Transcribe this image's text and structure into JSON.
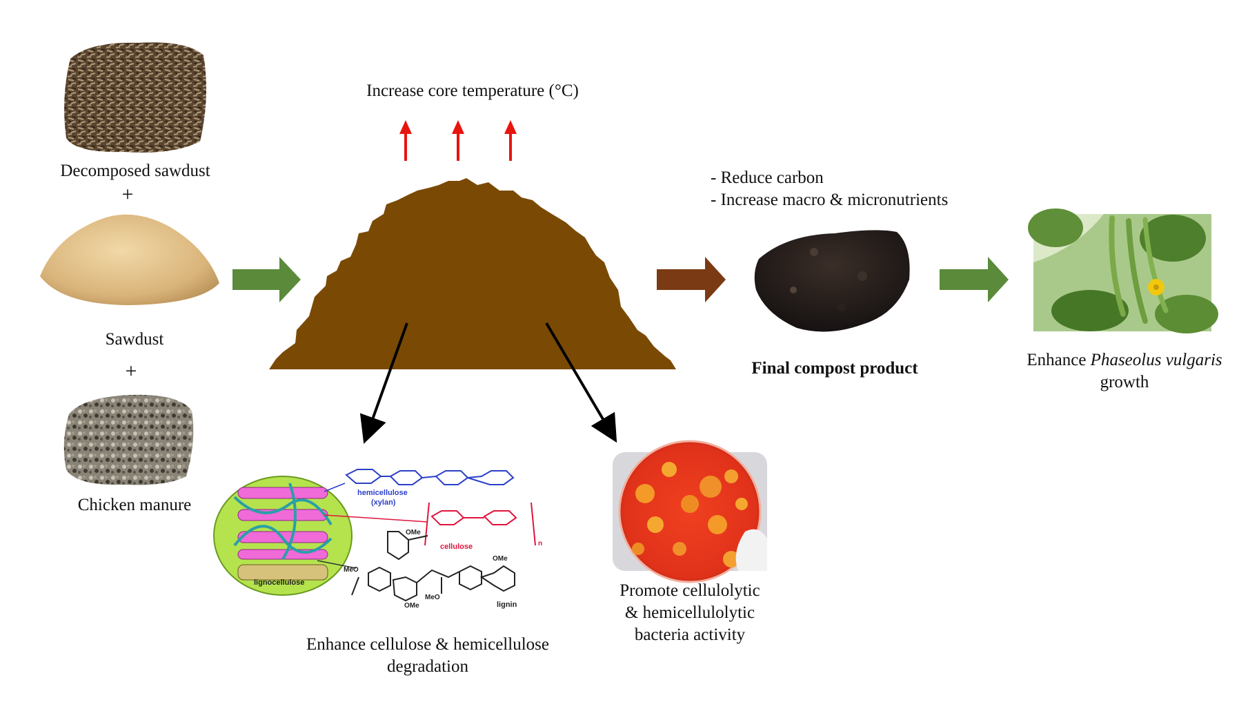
{
  "inputs": {
    "decomposed_sawdust": "Decomposed sawdust",
    "plus1": "+",
    "sawdust": "Sawdust",
    "plus2": "+",
    "chicken_manure": "Chicken manure"
  },
  "pile": {
    "temperature_label": "Increase core temperature (°C)"
  },
  "effects": {
    "reduce_carbon": "- Reduce carbon",
    "increase_nutrients": "- Increase macro & micronutrients"
  },
  "final_product": {
    "label": "Final compost product"
  },
  "outcome": {
    "prefix": "Enhance ",
    "species": "Phaseolus vulgaris",
    "suffix": "growth"
  },
  "degradation": {
    "line1": "Enhance cellulose & hemicellulose",
    "line2": "degradation",
    "structure_labels": {
      "hemicellulose": "hemicellulose",
      "xylan": "(xylan)",
      "cellulose": "cellulose",
      "lignocellulose": "lignocellulose",
      "lignin": "lignin",
      "ome1": "OMe",
      "ome2": "OMe",
      "meo1": "MeO",
      "meo2": "MeO",
      "ome3": "OMe",
      "n": "n"
    }
  },
  "bacteria": {
    "line1": "Promote cellulolytic",
    "line2": "& hemicellulolytic",
    "line3": "bacteria activity"
  },
  "colors": {
    "green_arrow": "#5a8a3a",
    "brown_arrow": "#7a3a14",
    "pile": "#7a4a05",
    "red_arrow": "#e8140e",
    "hemicellulose_blue": "#2a3fc8",
    "cellulose_red": "#e0143c"
  }
}
